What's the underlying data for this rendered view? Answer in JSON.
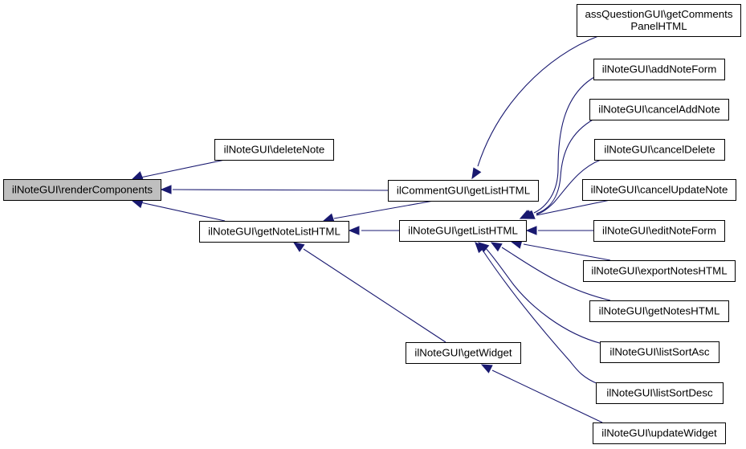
{
  "diagram": {
    "type": "call-graph",
    "edge_color": "#191970",
    "root_fill": "#bfbfbf",
    "nodes": [
      {
        "id": "renderComponents",
        "lines": [
          "ilNoteGUI\\renderComponents"
        ],
        "root": true
      },
      {
        "id": "deleteNote",
        "lines": [
          "ilNoteGUI\\deleteNote"
        ]
      },
      {
        "id": "getNoteListHTML",
        "lines": [
          "ilNoteGUI\\getNoteListHTML"
        ]
      },
      {
        "id": "commentGetListHTML",
        "lines": [
          "ilCommentGUI\\getListHTML"
        ]
      },
      {
        "id": "noteGetListHTML",
        "lines": [
          "ilNoteGUI\\getListHTML"
        ]
      },
      {
        "id": "getWidget",
        "lines": [
          "ilNoteGUI\\getWidget"
        ]
      },
      {
        "id": "assQuestion",
        "lines": [
          "assQuestionGUI\\getComments",
          "PanelHTML"
        ]
      },
      {
        "id": "addNoteForm",
        "lines": [
          "ilNoteGUI\\addNoteForm"
        ]
      },
      {
        "id": "cancelAddNote",
        "lines": [
          "ilNoteGUI\\cancelAddNote"
        ]
      },
      {
        "id": "cancelDelete",
        "lines": [
          "ilNoteGUI\\cancelDelete"
        ]
      },
      {
        "id": "cancelUpdateNote",
        "lines": [
          "ilNoteGUI\\cancelUpdateNote"
        ]
      },
      {
        "id": "editNoteForm",
        "lines": [
          "ilNoteGUI\\editNoteForm"
        ]
      },
      {
        "id": "exportNotesHTML",
        "lines": [
          "ilNoteGUI\\exportNotesHTML"
        ]
      },
      {
        "id": "getNotesHTML",
        "lines": [
          "ilNoteGUI\\getNotesHTML"
        ]
      },
      {
        "id": "listSortAsc",
        "lines": [
          "ilNoteGUI\\listSortAsc"
        ]
      },
      {
        "id": "listSortDesc",
        "lines": [
          "ilNoteGUI\\listSortDesc"
        ]
      },
      {
        "id": "updateWidget",
        "lines": [
          "ilNoteGUI\\updateWidget"
        ]
      }
    ],
    "edges": [
      {
        "from": "deleteNote",
        "to": "renderComponents"
      },
      {
        "from": "commentGetListHTML",
        "to": "renderComponents"
      },
      {
        "from": "getNoteListHTML",
        "to": "renderComponents"
      },
      {
        "from": "commentGetListHTML",
        "to": "getNoteListHTML"
      },
      {
        "from": "noteGetListHTML",
        "to": "getNoteListHTML"
      },
      {
        "from": "getWidget",
        "to": "getNoteListHTML"
      },
      {
        "from": "assQuestion",
        "to": "commentGetListHTML"
      },
      {
        "from": "addNoteForm",
        "to": "noteGetListHTML"
      },
      {
        "from": "cancelAddNote",
        "to": "noteGetListHTML"
      },
      {
        "from": "cancelDelete",
        "to": "noteGetListHTML"
      },
      {
        "from": "cancelUpdateNote",
        "to": "noteGetListHTML"
      },
      {
        "from": "editNoteForm",
        "to": "noteGetListHTML"
      },
      {
        "from": "exportNotesHTML",
        "to": "noteGetListHTML"
      },
      {
        "from": "getNotesHTML",
        "to": "noteGetListHTML"
      },
      {
        "from": "listSortAsc",
        "to": "noteGetListHTML"
      },
      {
        "from": "listSortDesc",
        "to": "noteGetListHTML"
      },
      {
        "from": "updateWidget",
        "to": "getWidget"
      }
    ]
  }
}
